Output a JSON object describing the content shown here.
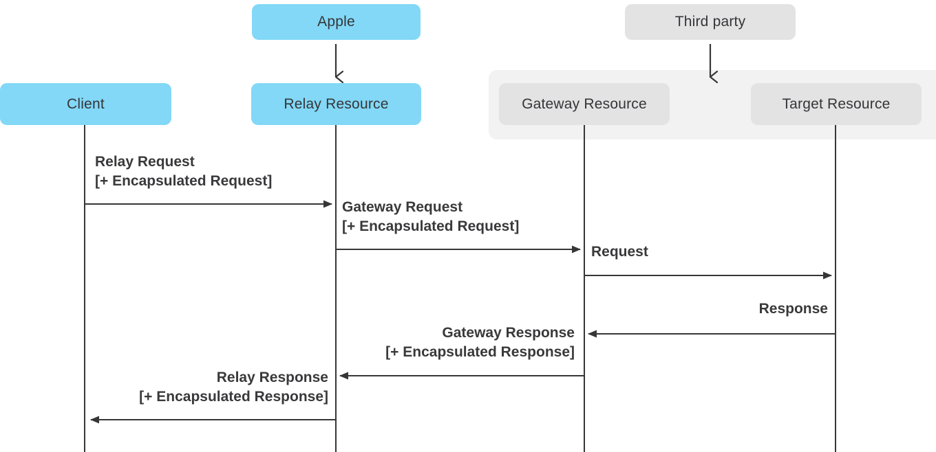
{
  "colors": {
    "apple_fill": "#82D8F6",
    "third_party_fill": "#E3E3E4",
    "panel_fill": "#F2F2F3",
    "line": "#363638",
    "text": "#39393B"
  },
  "owners": [
    {
      "id": "apple",
      "label": "Apple"
    },
    {
      "id": "third-party",
      "label": "Third party"
    }
  ],
  "nodes": [
    {
      "id": "client",
      "label": "Client"
    },
    {
      "id": "relay",
      "label": "Relay Resource"
    },
    {
      "id": "gateway",
      "label": "Gateway Resource"
    },
    {
      "id": "target",
      "label": "Target Resource"
    }
  ],
  "messages": [
    {
      "from": "client",
      "to": "relay",
      "direction": "right",
      "line1": "Relay Request",
      "line2": "[+ Encapsulated Request]"
    },
    {
      "from": "relay",
      "to": "gateway",
      "direction": "right",
      "line1": "Gateway Request",
      "line2": "[+ Encapsulated Request]"
    },
    {
      "from": "gateway",
      "to": "target",
      "direction": "right",
      "line1": "Request"
    },
    {
      "from": "target",
      "to": "gateway",
      "direction": "left",
      "line1": "Response"
    },
    {
      "from": "gateway",
      "to": "relay",
      "direction": "left",
      "line1": "Gateway Response",
      "line2": "[+ Encapsulated Response]"
    },
    {
      "from": "relay",
      "to": "client",
      "direction": "left",
      "line1": "Relay Response",
      "line2": "[+ Encapsulated Response]"
    }
  ]
}
